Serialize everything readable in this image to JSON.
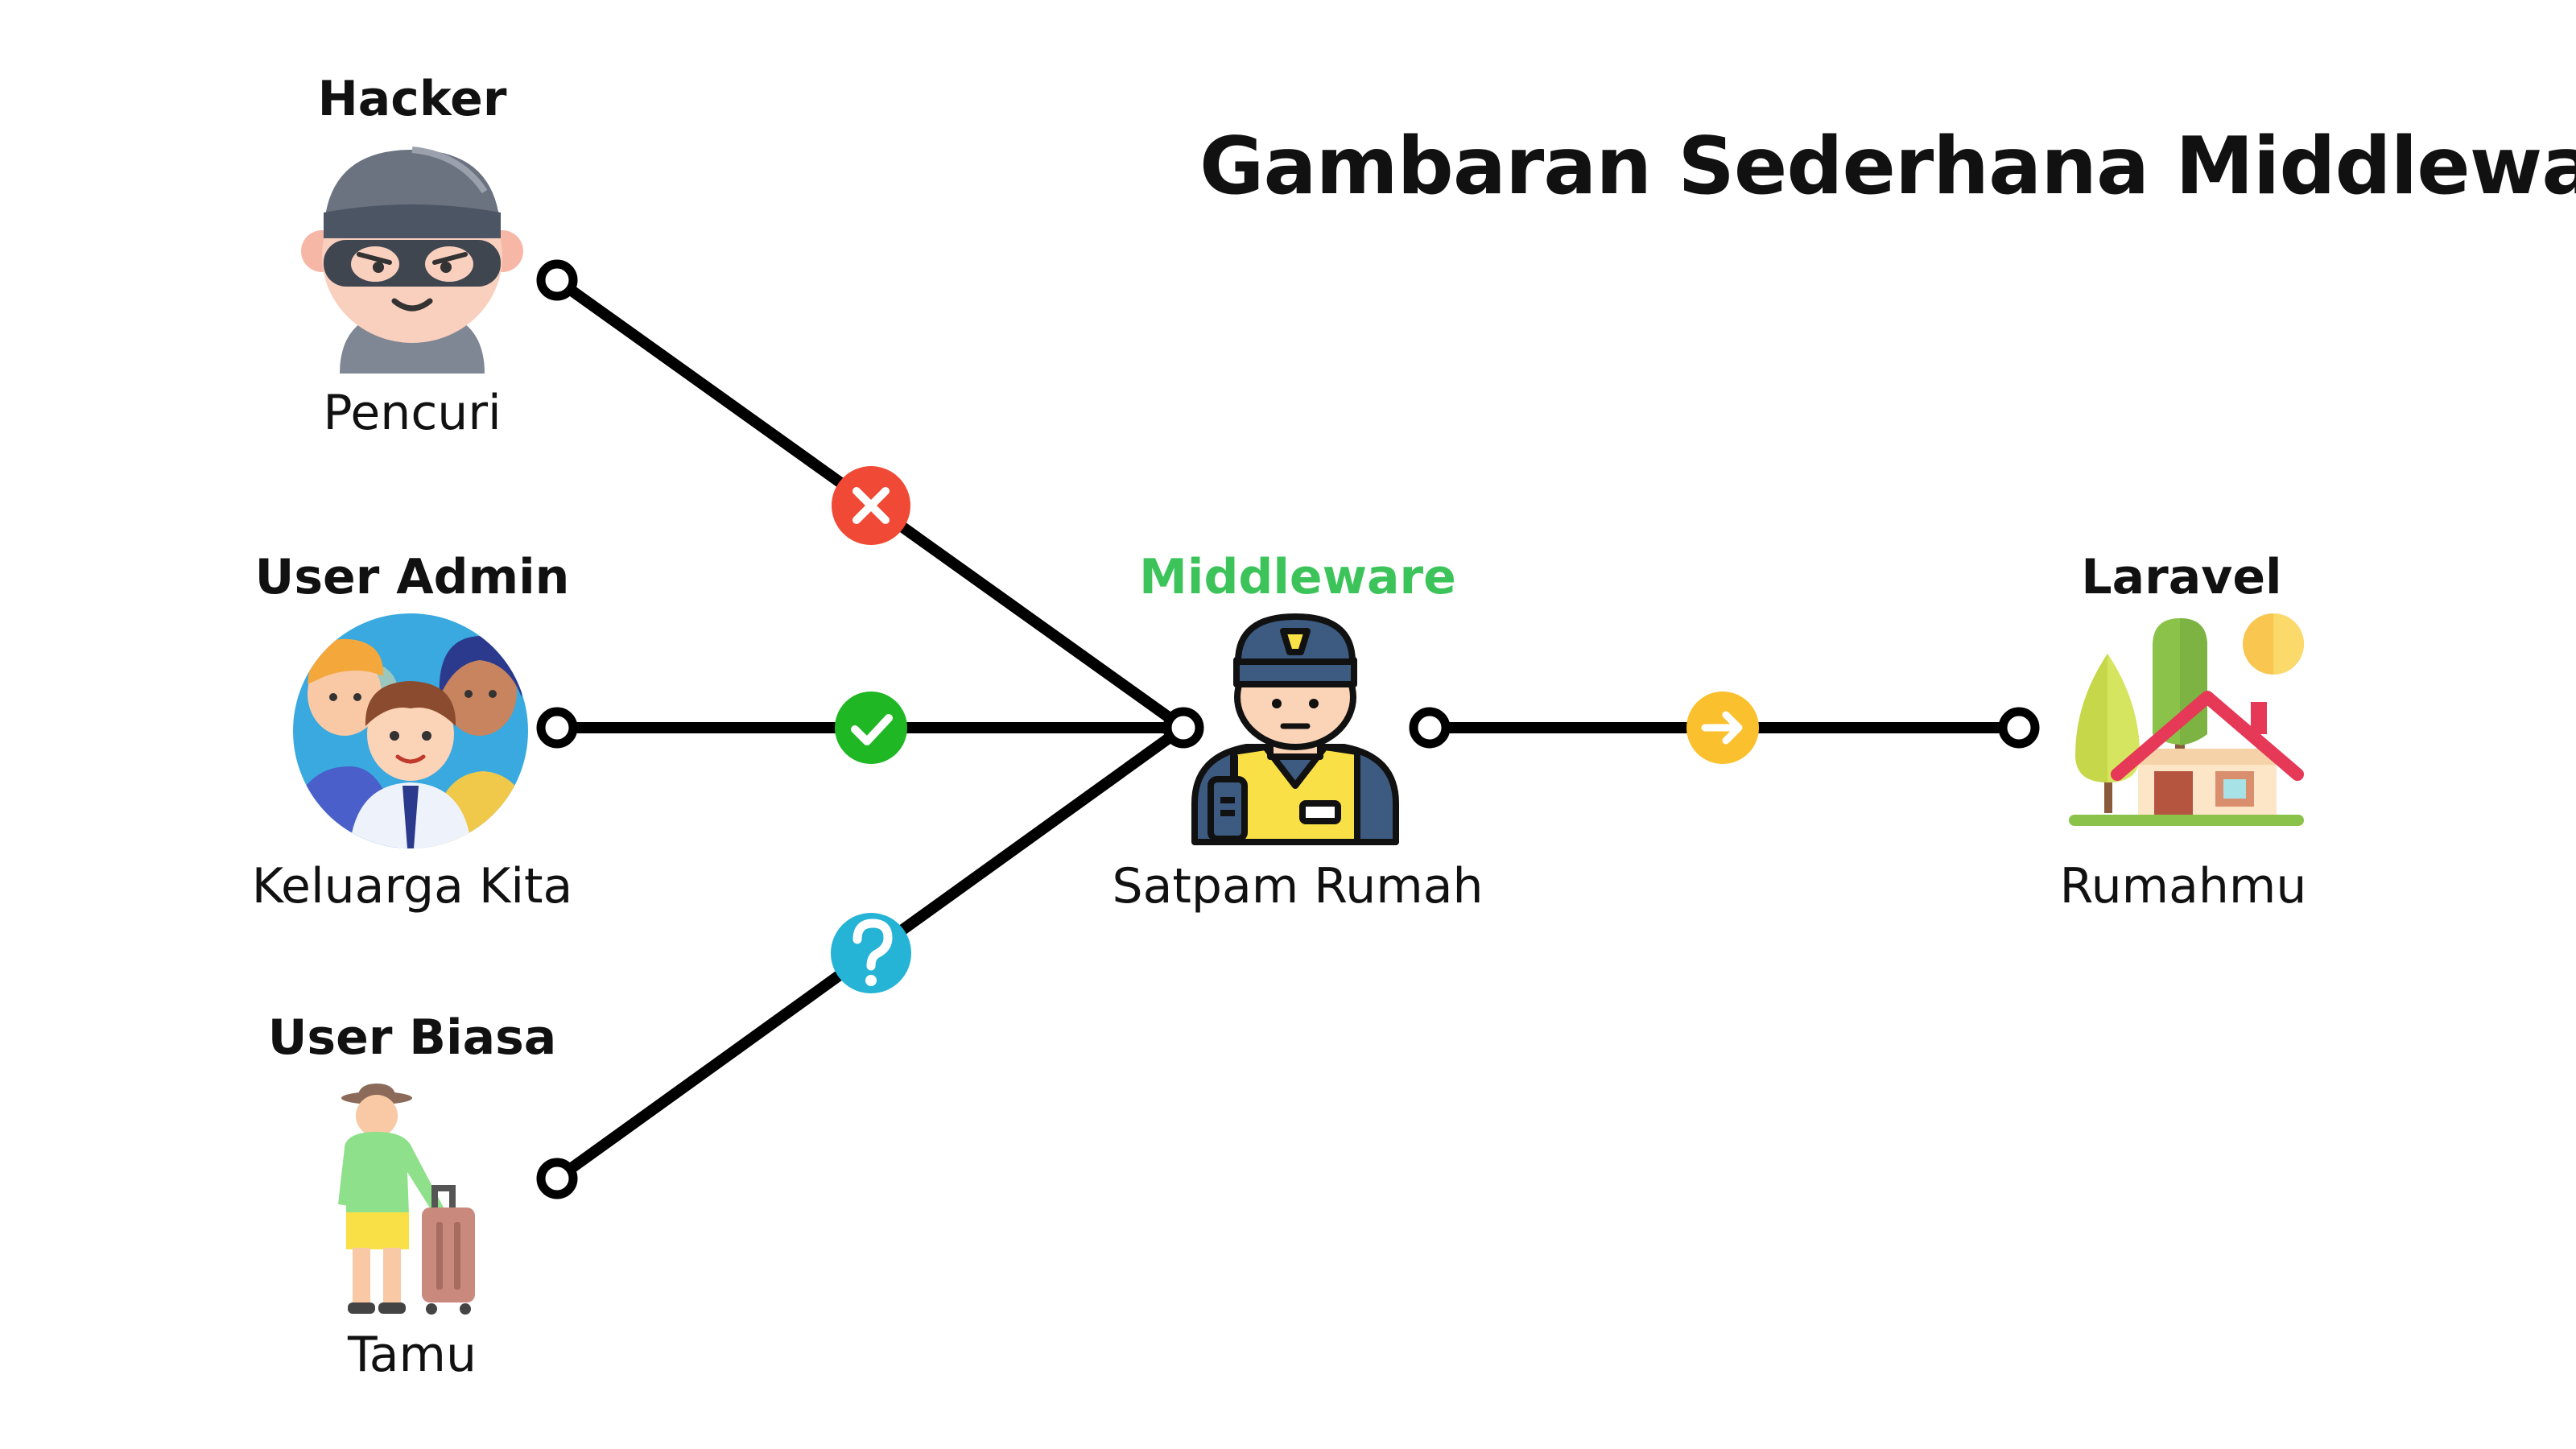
{
  "title": "Gambaran Sederhana Middleware",
  "nodes": {
    "hacker": {
      "role": "Hacker",
      "caption": "Pencuri"
    },
    "admin": {
      "role": "User Admin",
      "caption": "Keluarga Kita"
    },
    "guest": {
      "role": "User Biasa",
      "caption": "Tamu"
    },
    "middleware": {
      "role": "Middleware",
      "caption": "Satpam Rumah"
    },
    "laravel": {
      "role": "Laravel",
      "caption": "Rumahmu"
    }
  },
  "edges": [
    {
      "from": "hacker",
      "to": "middleware",
      "status": "rejected",
      "badge_icon": "cross-icon",
      "badge_color": "#f04a37"
    },
    {
      "from": "admin",
      "to": "middleware",
      "status": "allowed",
      "badge_icon": "check-icon",
      "badge_color": "#1fb824"
    },
    {
      "from": "guest",
      "to": "middleware",
      "status": "unknown",
      "badge_icon": "question-icon",
      "badge_color": "#26b4d6"
    },
    {
      "from": "middleware",
      "to": "laravel",
      "status": "forward",
      "badge_icon": "arrow-right-icon",
      "badge_color": "#fbc02d"
    }
  ],
  "colors": {
    "middleware_label": "#3cc45a",
    "line": "#000000"
  }
}
